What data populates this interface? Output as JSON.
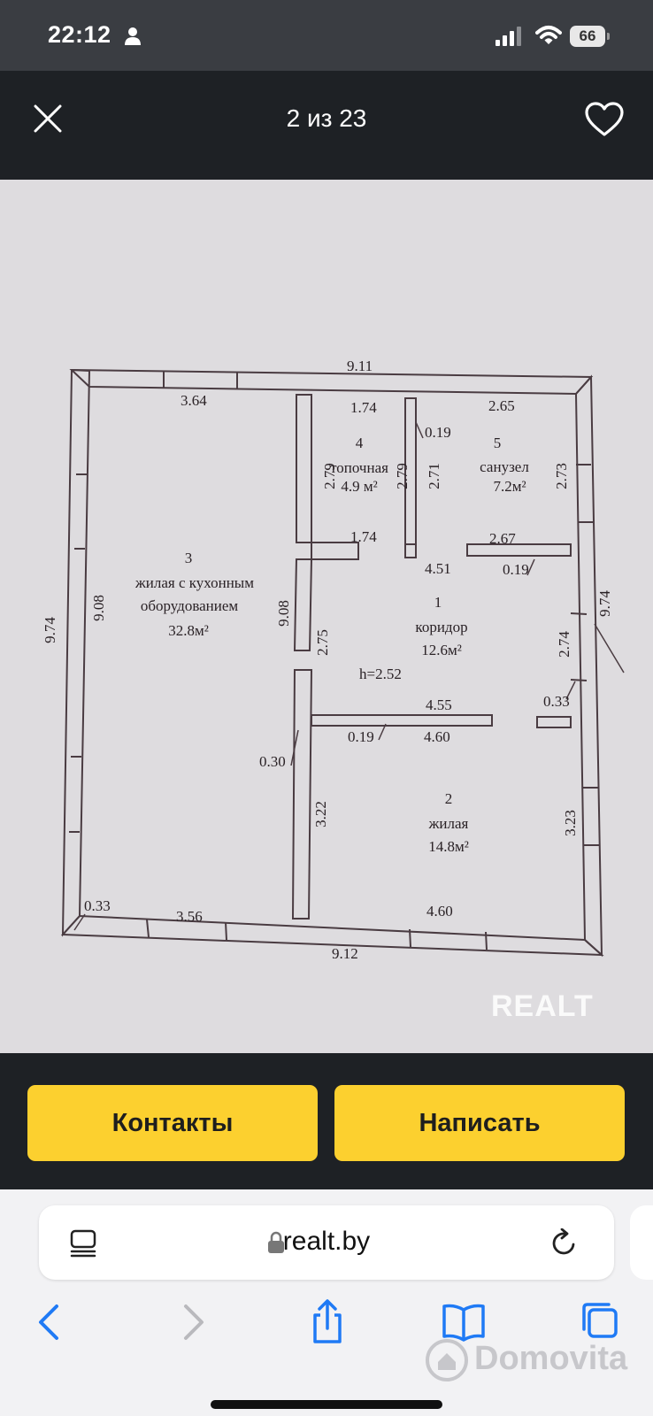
{
  "status_bar": {
    "time": "22:12",
    "battery": "66"
  },
  "gallery": {
    "counter": "2 из 23"
  },
  "floor_plan": {
    "overall": {
      "top_width": "9.11",
      "bottom_width": "9.12",
      "left_height": "9.74",
      "right_height": "9.74",
      "ceiling_height": "h=2.52"
    },
    "rooms": [
      {
        "number": "1",
        "name": "коридор",
        "area": "12.6м²"
      },
      {
        "number": "2",
        "name": "жилая",
        "area": "14.8м²"
      },
      {
        "number": "3",
        "name_line1": "жилая с кухонным",
        "name_line2": "оборудованием",
        "area": "32.8м²"
      },
      {
        "number": "4",
        "name": "топочная",
        "area": "4.9 м²"
      },
      {
        "number": "5",
        "name": "санузел",
        "area": "7.2м²"
      }
    ],
    "dims": {
      "d_364": "3.64",
      "d_174_top": "1.74",
      "d_019_top": "0.19",
      "d_265": "2.65",
      "d_279_a": "2.79",
      "d_279_b": "2.79",
      "d_271": "2.71",
      "d_273": "2.73",
      "d_174_mid": "1.74",
      "d_267": "2.67",
      "d_019_right": "0.19",
      "d_451": "4.51",
      "d_908_left": "9.08",
      "d_908_mid": "9.08",
      "d_275": "2.75",
      "d_274": "2.74",
      "d_455": "4.55",
      "d_460_mid": "4.60",
      "d_019_mid": "0.19",
      "d_033_right": "0.33",
      "d_030": "0.30",
      "d_322": "3.22",
      "d_323": "3.23",
      "d_033_left": "0.33",
      "d_356": "3.56",
      "d_460_bottom": "4.60"
    },
    "watermark": "REALT"
  },
  "actions": {
    "contacts": "Контакты",
    "write": "Написать"
  },
  "browser": {
    "url": "realt.by"
  },
  "overlay_watermark": "Domovita",
  "colors": {
    "accent": "#fcd02f",
    "dark": "#1e2125",
    "link_blue": "#1f7af5"
  }
}
